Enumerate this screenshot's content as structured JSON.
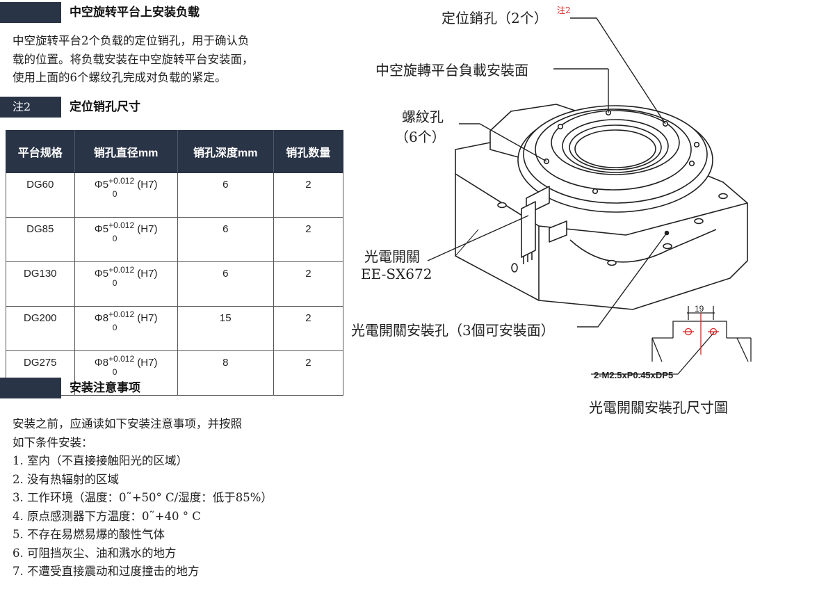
{
  "sections": {
    "install": {
      "title": "中空旋转平台上安装负载",
      "body": [
        "中空旋转平台2个负载的定位销孔，用于确认负",
        "载的位置。将负载安装在中空旋转平台安装面，",
        "使用上面的6个螺纹孔完成对负载的紧定。"
      ]
    },
    "note2": {
      "tag": "注2",
      "title": "定位销孔尺寸"
    },
    "notes": {
      "title": "安装注意事项",
      "lines": [
        "安装之前，应通读如下安装注意事项，并按照",
        "如下条件安装：",
        "1. 室内（不直接接触阳光的区域）",
        "2. 没有热辐射的区域",
        "3. 工作环境（温度：0˜+50° C/湿度：低于85%）",
        "4. 原点感测器下方温度：0˜+40 ° C",
        "5. 不存在易燃易爆的酸性气体",
        "6. 可阻挡灰尘、油和溅水的地方",
        "7. 不遭受直接震动和过度撞击的地方"
      ]
    }
  },
  "table": {
    "headers": [
      "平台规格",
      "销孔直径mm",
      "销孔深度mm",
      "销孔数量"
    ],
    "rows": [
      {
        "model": "DG60",
        "dia": "Φ5",
        "tol_up": "+0.012",
        "tol_lo": "0",
        "fit": "(H7)",
        "depth": "6",
        "count": "2"
      },
      {
        "model": "DG85",
        "dia": "Φ5",
        "tol_up": "+0.012",
        "tol_lo": "0",
        "fit": "(H7)",
        "depth": "6",
        "count": "2"
      },
      {
        "model": "DG130",
        "dia": "Φ5",
        "tol_up": "+0.012",
        "tol_lo": "0",
        "fit": "(H7)",
        "depth": "6",
        "count": "2"
      },
      {
        "model": "DG200",
        "dia": "Φ8",
        "tol_up": "+0.012",
        "tol_lo": "0",
        "fit": "(H7)",
        "depth": "15",
        "count": "2"
      },
      {
        "model": "DG275",
        "dia": "Φ8",
        "tol_up": "+0.012",
        "tol_lo": "0",
        "fit": "(H7)",
        "depth": "8",
        "count": "2"
      }
    ]
  },
  "diagram": {
    "pin_hole": "定位銷孔（2个）",
    "pin_note": "注2",
    "mount_face": "中空旋轉平台負載安裝面",
    "thread_hole": "螺紋孔",
    "thread_count": "（6个）",
    "sensor": "光電開關",
    "sensor_model": "EE-SX672",
    "sensor_hole": "光電開關安裝孔（3個可安裝面）",
    "dim_19": "19",
    "thread_spec": "2-M2.5xP0.45xDP5",
    "detail_caption": "光電開關安裝孔尺寸圖"
  }
}
